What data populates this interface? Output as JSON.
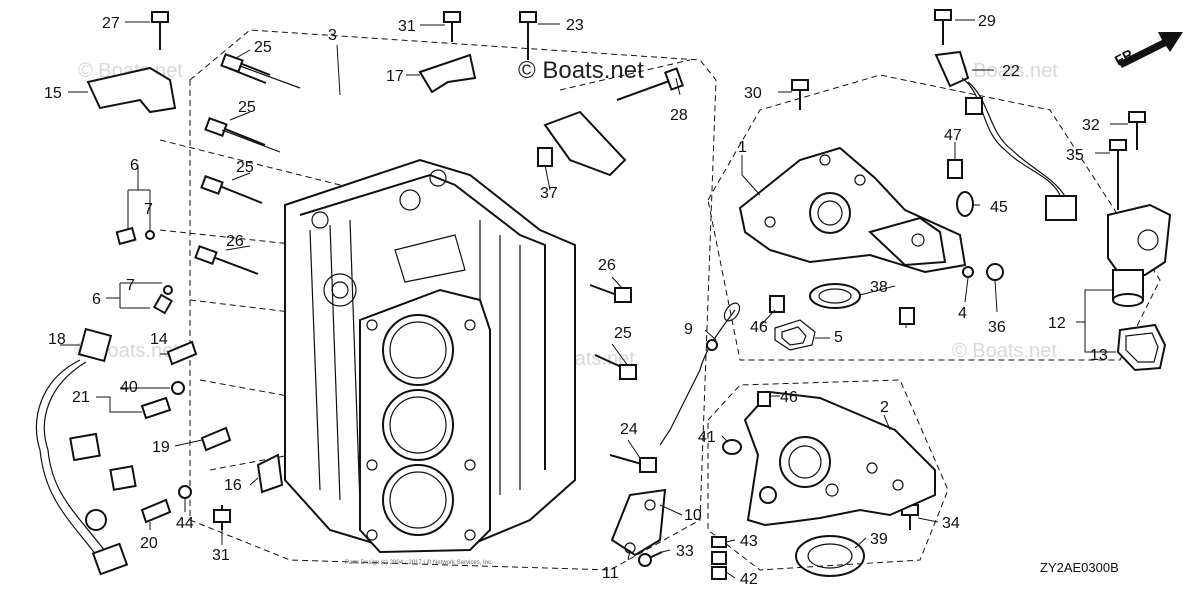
{
  "diagram": {
    "code": "ZY2AE0300B",
    "watermarks": [
      "© Boats.net",
      "© Boats.net",
      "© Boats.net",
      "© Boats.net",
      "© Boats.net"
    ],
    "watermark_main": "© Boats.net",
    "direction_label": "FR.",
    "copyright": "Parts Design (c) 2004 - 2017 Lift Network Services, Inc.",
    "callouts": [
      "27",
      "15",
      "25",
      "25",
      "25",
      "26",
      "3",
      "31",
      "17",
      "23",
      "29",
      "22",
      "28",
      "6",
      "7",
      "6",
      "7",
      "18",
      "14",
      "21",
      "40",
      "19",
      "16",
      "44",
      "20",
      "31",
      "37",
      "26",
      "25",
      "9",
      "24",
      "10",
      "11",
      "33",
      "43",
      "42",
      "30",
      "1",
      "47",
      "45",
      "38",
      "4",
      "36",
      "46",
      "5",
      "2",
      "46",
      "41",
      "39",
      "34",
      "32",
      "35",
      "12",
      "13"
    ]
  }
}
